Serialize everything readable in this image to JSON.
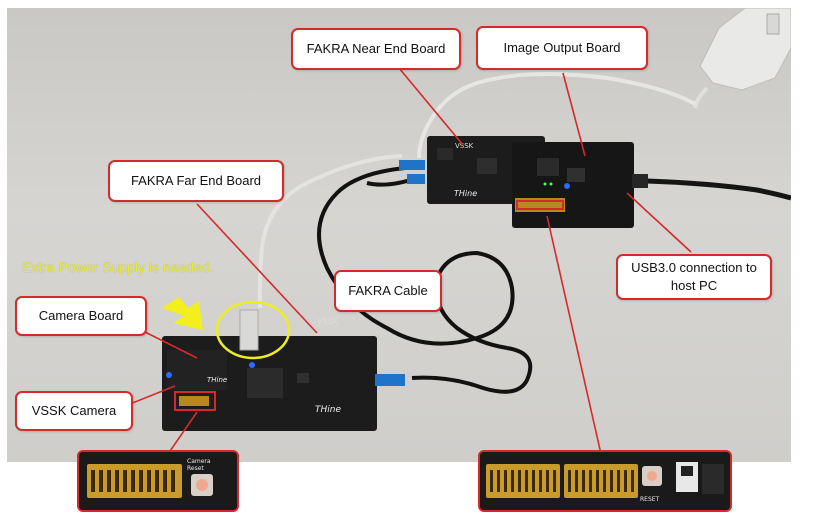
{
  "callouts": {
    "near_end_board": "FAKRA Near End Board",
    "image_output_board": "Image Output Board",
    "far_end_board": "FAKRA Far End Board",
    "fakra_cable": "FAKRA Cable",
    "usb_connection": "USB3.0 connection to host PC",
    "camera_board": "Camera Board",
    "vssk_camera": "VSSK Camera"
  },
  "note": {
    "power_supply": "Extra Power Supply is needed."
  },
  "board_prints": {
    "vssk": "VSSK",
    "thine": "THine"
  },
  "inset_prints": {
    "camera_reset": "Camera Reset",
    "reset": "RESET"
  },
  "colors": {
    "callout_border": "#d42a2a",
    "note_text": "#e8ee24",
    "arrow": "#f2ef1c",
    "highlight_circle": "#eded25",
    "pcb": "#1c1c1c",
    "fakra_connector": "#1f74c9"
  }
}
